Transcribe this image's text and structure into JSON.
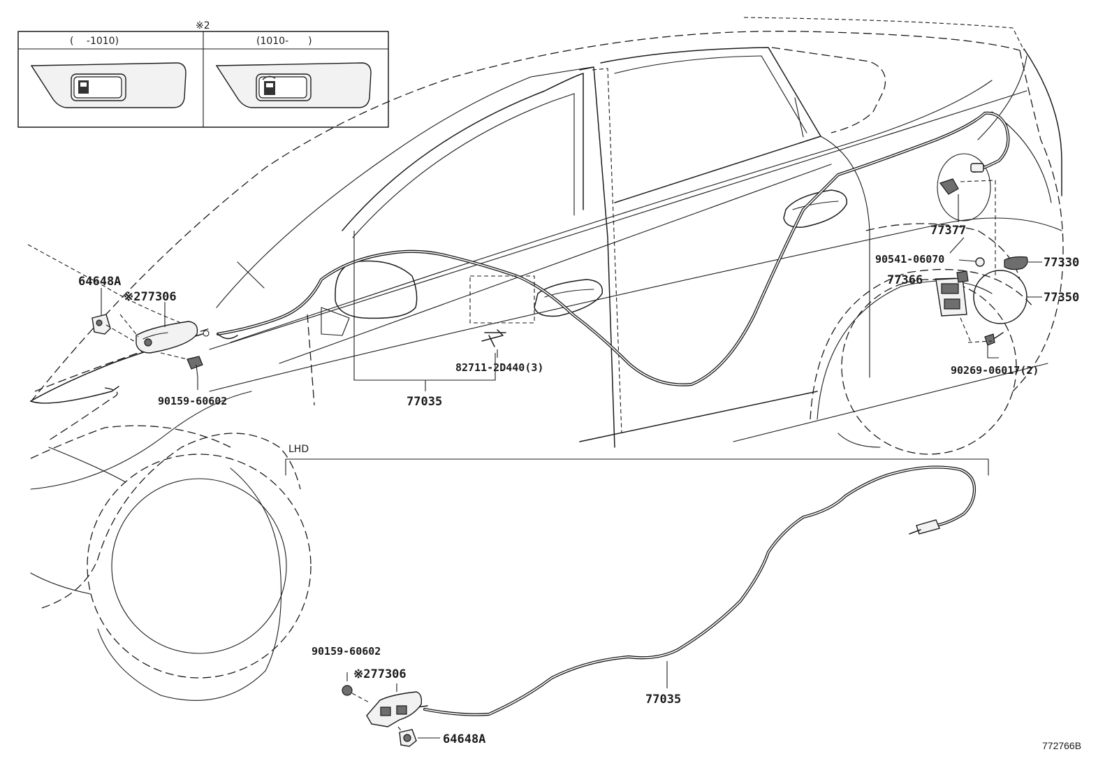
{
  "inset": {
    "note_mark": "※2",
    "left_header": "(　 -1010)",
    "right_header": "(1010-　　)"
  },
  "callouts": {
    "p64648a_top": "64648A",
    "p77306_top": "※277306",
    "p90159_top": "90159-60602",
    "p77035_top": "77035",
    "p82711": "82711-2D440(3)",
    "p77377": "77377",
    "p90541": "90541-06070",
    "p77330": "77330",
    "p77366": "77366",
    "p77350": "77350",
    "p90269": "90269-06017(2)",
    "p90159_bottom": "90159-60602",
    "p77306_bottom": "※277306",
    "p77035_bottom": "77035",
    "p64648a_bottom": "64648A"
  },
  "section_label": "LHD",
  "reference": "772766B",
  "icons": {
    "fuel_icon_left": "fuel-door-opener-icon",
    "fuel_icon_right": "fuel-door-opener-icon"
  }
}
